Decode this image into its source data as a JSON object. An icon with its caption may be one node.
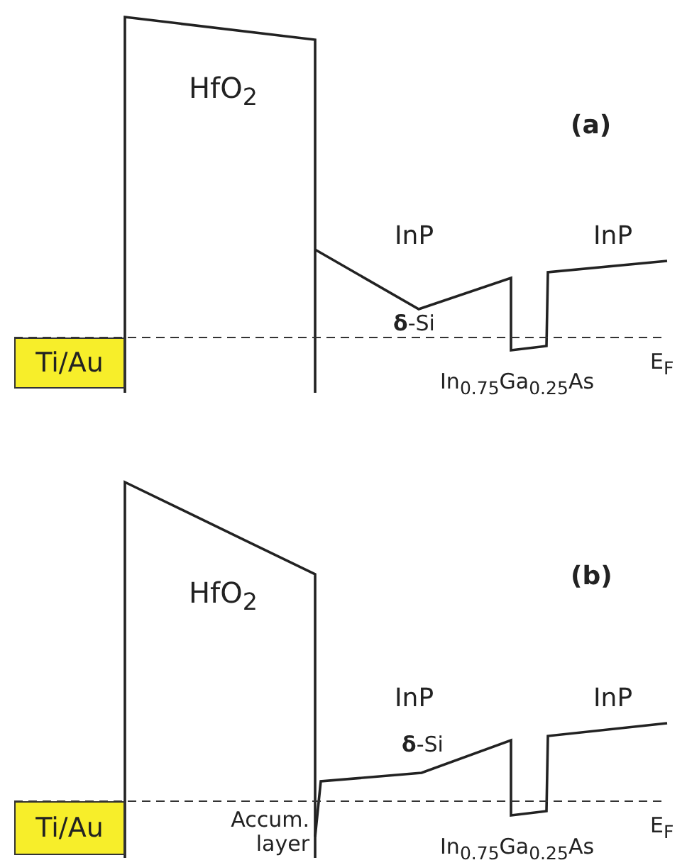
{
  "diagram": {
    "nodes": [
      {
        "text": [
          "Ti/Au"
        ]
      },
      {
        "text": [
          "Ti/Au"
        ]
      }
    ],
    "labels": [
      "(a)",
      "HfO$_{2}$",
      "InP",
      "InP",
      "**δ**-Si",
      "E$_{F}$",
      "In$_{0.75}$Ga$_{0.25}$As",
      "(b)",
      "HfO$_{2}$",
      "InP",
      "InP",
      "**δ**-Si",
      "Accum. layer",
      "E$_{F}$",
      "In$_{0.75}$Ga$_{0.25}$As"
    ]
  }
}
